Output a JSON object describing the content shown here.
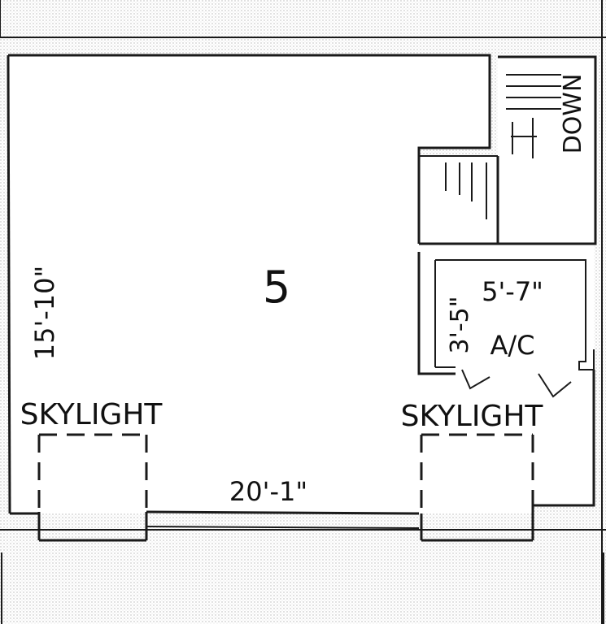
{
  "room_number": "5",
  "labels": {
    "skylight_left": "SKYLIGHT",
    "skylight_right": "SKYLIGHT",
    "width_dimension": "20'-1\"",
    "height_dimension": "15'-10\"",
    "ac_label": "A/C",
    "ac_width": "5'-7\"",
    "ac_depth": "3'-5\"",
    "stair_label": "DOWN"
  },
  "colors": {
    "background": "#ffffff",
    "line": "#1a1a1a",
    "hatch": "#bdbdbd"
  }
}
